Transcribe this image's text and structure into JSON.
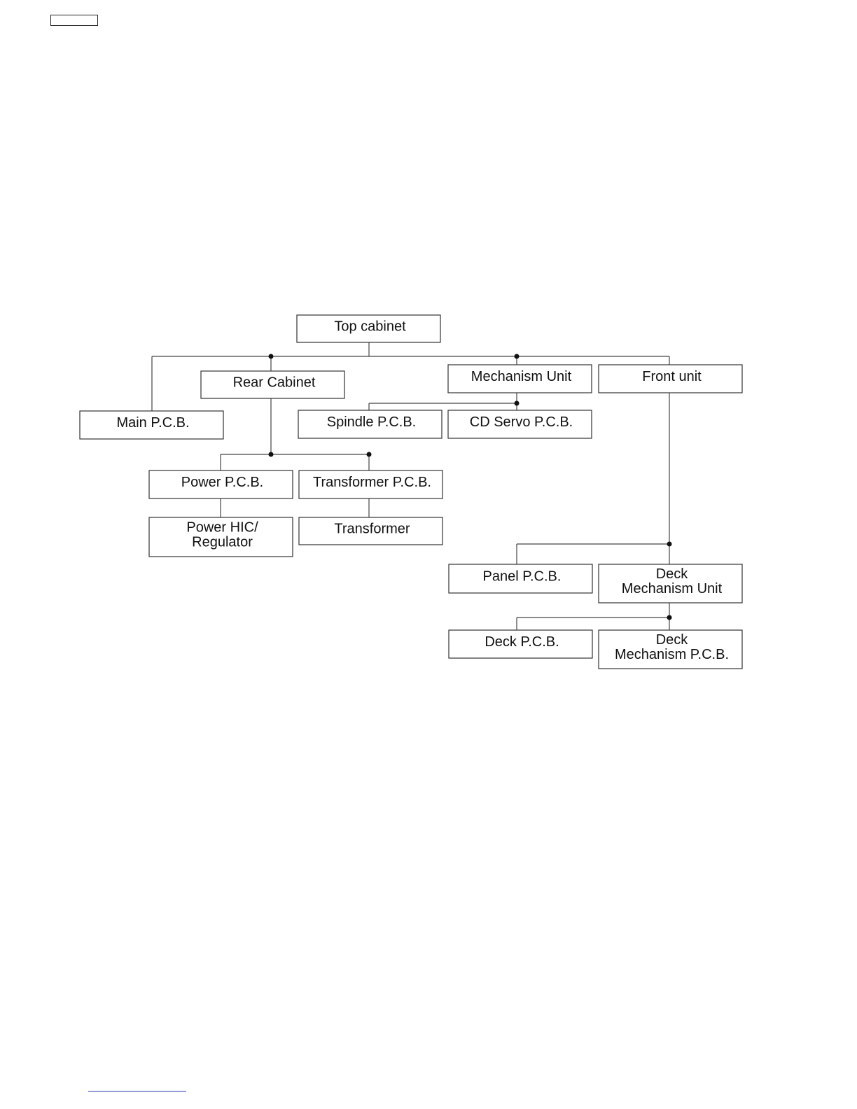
{
  "diagram": {
    "nodes": [
      {
        "id": "top-cabinet",
        "lines": [
          "Top cabinet"
        ]
      },
      {
        "id": "rear-cabinet",
        "lines": [
          "Rear Cabinet"
        ]
      },
      {
        "id": "mechanism-unit",
        "lines": [
          "Mechanism Unit"
        ]
      },
      {
        "id": "front-unit",
        "lines": [
          "Front unit"
        ]
      },
      {
        "id": "main-pcb",
        "lines": [
          "Main P.C.B."
        ]
      },
      {
        "id": "spindle-pcb",
        "lines": [
          "Spindle P.C.B."
        ]
      },
      {
        "id": "cd-servo-pcb",
        "lines": [
          "CD Servo P.C.B."
        ]
      },
      {
        "id": "power-pcb",
        "lines": [
          "Power P.C.B."
        ]
      },
      {
        "id": "transformer-pcb",
        "lines": [
          "Transformer P.C.B."
        ]
      },
      {
        "id": "power-hic-regulator",
        "lines": [
          "Power HIC/",
          "Regulator"
        ]
      },
      {
        "id": "transformer",
        "lines": [
          "Transformer"
        ]
      },
      {
        "id": "panel-pcb",
        "lines": [
          "Panel P.C.B."
        ]
      },
      {
        "id": "deck-mechanism-unit",
        "lines": [
          "Deck",
          "Mechanism Unit"
        ]
      },
      {
        "id": "deck-pcb",
        "lines": [
          "Deck P.C.B."
        ]
      },
      {
        "id": "deck-mechanism-pcb",
        "lines": [
          "Deck",
          "Mechanism P.C.B."
        ]
      }
    ],
    "edges": [
      {
        "from": "top-cabinet",
        "to": "main-pcb"
      },
      {
        "from": "top-cabinet",
        "to": "rear-cabinet"
      },
      {
        "from": "top-cabinet",
        "to": "mechanism-unit"
      },
      {
        "from": "top-cabinet",
        "to": "front-unit"
      },
      {
        "from": "mechanism-unit",
        "to": "spindle-pcb"
      },
      {
        "from": "mechanism-unit",
        "to": "cd-servo-pcb"
      },
      {
        "from": "rear-cabinet",
        "to": "power-pcb"
      },
      {
        "from": "rear-cabinet",
        "to": "transformer-pcb"
      },
      {
        "from": "power-pcb",
        "to": "power-hic-regulator"
      },
      {
        "from": "transformer-pcb",
        "to": "transformer"
      },
      {
        "from": "front-unit",
        "to": "panel-pcb"
      },
      {
        "from": "front-unit",
        "to": "deck-mechanism-unit"
      },
      {
        "from": "deck-mechanism-unit",
        "to": "deck-pcb"
      },
      {
        "from": "deck-mechanism-unit",
        "to": "deck-mechanism-pcb"
      }
    ]
  }
}
